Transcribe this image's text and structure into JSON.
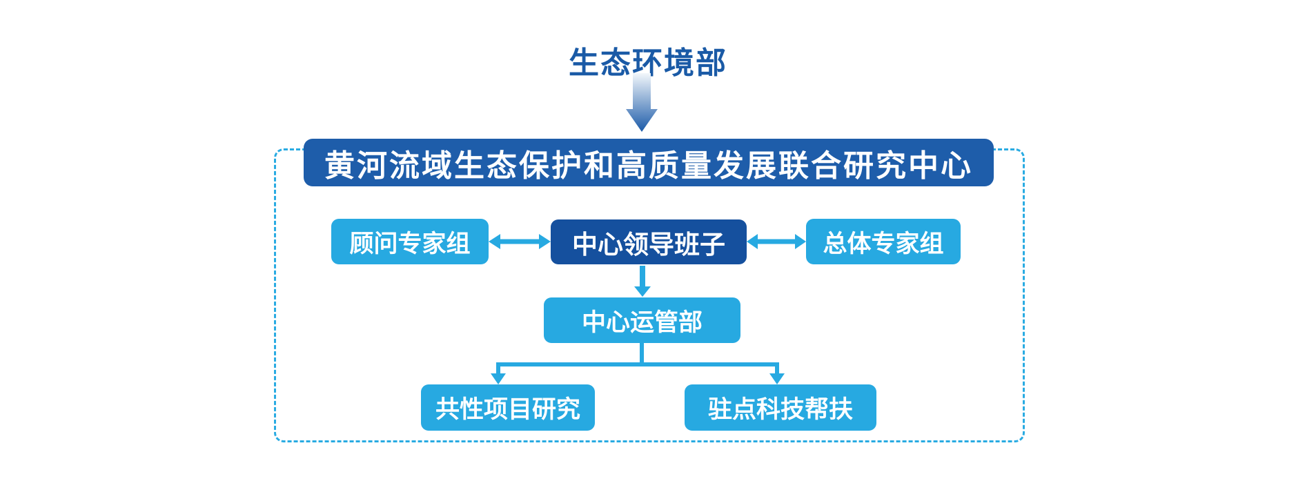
{
  "nodes": {
    "ministry": "生态环境部",
    "center": "黄河流域生态保护和高质量发展联合研究中心",
    "advisory": "顾问专家组",
    "leadership": "中心领导班子",
    "overall": "总体专家组",
    "operations": "中心运管部",
    "research": "共性项目研究",
    "assistance": "驻点科技帮扶"
  },
  "colors": {
    "dark_blue": "#1E5DAA",
    "leadership_blue": "#15509E",
    "light_blue": "#27A9E1",
    "dashed_border": "#29ABE2",
    "ministry_text": "#1A5AA6",
    "gradient_arrow_top": "#F2F7FB",
    "gradient_arrow_bottom": "#1B5AA8"
  }
}
